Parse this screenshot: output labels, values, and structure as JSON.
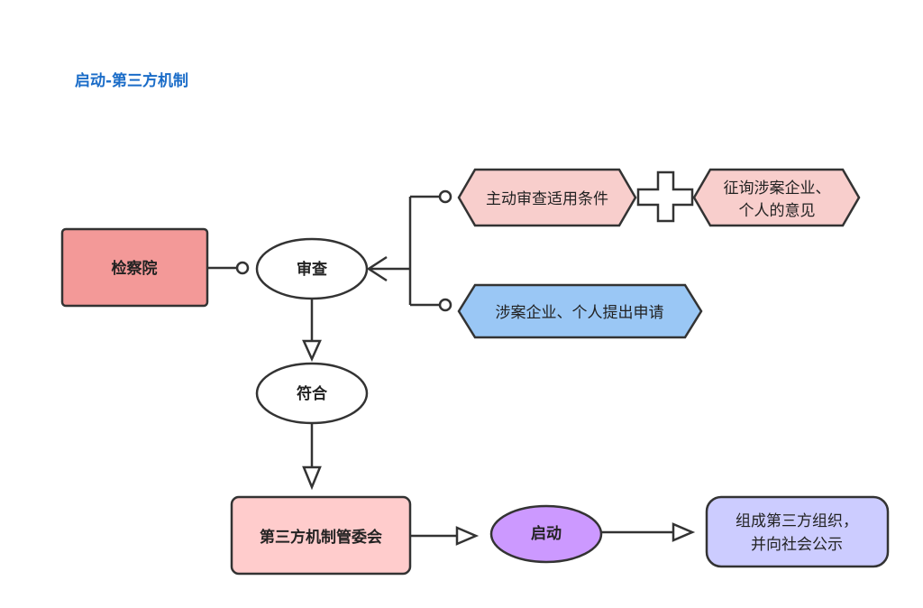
{
  "title": "启动-第三方机制",
  "nodes": {
    "procuratorate": "检察院",
    "review": "审查",
    "active_review": "主动审查适用条件",
    "solicit_opinion": [
      "征询涉案企业、",
      "个人的意见"
    ],
    "application": "涉案企业、个人提出申请",
    "qualified": "符合",
    "committee": "第三方机制管委会",
    "start": "启动",
    "form_org": [
      "组成第三方组织，",
      "并向社会公示"
    ]
  },
  "colors": {
    "title": "#1a6cc8",
    "procuratorate": "#f39998",
    "review": "#ffffff",
    "active_review": "#f8cecc",
    "solicit_opinion": "#f8cecc",
    "application": "#9ac7f5",
    "qualified": "#ffffff",
    "committee": "#ffcccc",
    "start": "#cc99ff",
    "form_org": "#ccccff",
    "plus_sign": "#ffffff",
    "stroke": "#333333"
  }
}
